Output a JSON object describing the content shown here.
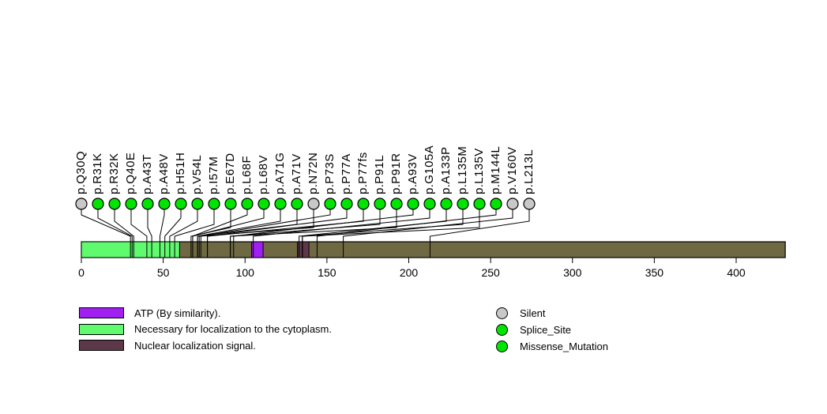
{
  "chart_data": {
    "type": "scatter",
    "subtype": "lollipop-mutation-plot",
    "title": "",
    "xlabel": "",
    "xlim": [
      0,
      430
    ],
    "x_ticks": [
      0,
      50,
      100,
      150,
      200,
      250,
      300,
      350,
      400
    ],
    "protein_length": 430,
    "bar_color": "#6E6843",
    "mutation_type_colors": {
      "Silent": "#C8C8C8",
      "Splice_Site": "#00E400",
      "Missense_Mutation": "#00E400"
    },
    "mutations": [
      {
        "label": "p.Q30Q",
        "pos": 30,
        "type": "Silent"
      },
      {
        "label": "p.R31K",
        "pos": 31,
        "type": "Missense_Mutation"
      },
      {
        "label": "p.R32K",
        "pos": 32,
        "type": "Missense_Mutation"
      },
      {
        "label": "p.Q40E",
        "pos": 40,
        "type": "Missense_Mutation"
      },
      {
        "label": "p.A43T",
        "pos": 43,
        "type": "Missense_Mutation"
      },
      {
        "label": "p.A48V",
        "pos": 48,
        "type": "Missense_Mutation"
      },
      {
        "label": "p.H51H",
        "pos": 51,
        "type": "Splice_Site"
      },
      {
        "label": "p.V54L",
        "pos": 54,
        "type": "Missense_Mutation"
      },
      {
        "label": "p.I57M",
        "pos": 57,
        "type": "Missense_Mutation"
      },
      {
        "label": "p.E67D",
        "pos": 67,
        "type": "Missense_Mutation"
      },
      {
        "label": "p.L68F",
        "pos": 68,
        "type": "Missense_Mutation"
      },
      {
        "label": "p.L68V",
        "pos": 68,
        "type": "Missense_Mutation"
      },
      {
        "label": "p.A71G",
        "pos": 71,
        "type": "Missense_Mutation"
      },
      {
        "label": "p.A71V",
        "pos": 71,
        "type": "Missense_Mutation"
      },
      {
        "label": "p.N72N",
        "pos": 72,
        "type": "Silent"
      },
      {
        "label": "p.P73S",
        "pos": 73,
        "type": "Missense_Mutation"
      },
      {
        "label": "p.P77A",
        "pos": 77,
        "type": "Missense_Mutation"
      },
      {
        "label": "p.P77fs",
        "pos": 77,
        "type": "Splice_Site"
      },
      {
        "label": "p.P91L",
        "pos": 91,
        "type": "Missense_Mutation"
      },
      {
        "label": "p.P91R",
        "pos": 91,
        "type": "Missense_Mutation"
      },
      {
        "label": "p.A93V",
        "pos": 93,
        "type": "Missense_Mutation"
      },
      {
        "label": "p.G105A",
        "pos": 105,
        "type": "Missense_Mutation"
      },
      {
        "label": "p.A133P",
        "pos": 133,
        "type": "Missense_Mutation"
      },
      {
        "label": "p.L135M",
        "pos": 135,
        "type": "Missense_Mutation"
      },
      {
        "label": "p.L135V",
        "pos": 135,
        "type": "Missense_Mutation"
      },
      {
        "label": "p.M144L",
        "pos": 144,
        "type": "Missense_Mutation"
      },
      {
        "label": "p.V160V",
        "pos": 160,
        "type": "Silent"
      },
      {
        "label": "p.L213L",
        "pos": 213,
        "type": "Silent"
      }
    ],
    "domains": [
      {
        "label": "ATP (By similarity).",
        "start": 104,
        "end": 111,
        "color": "#A020F0"
      },
      {
        "label": "Necessary for localization to the cytoplasm.",
        "start": 0,
        "end": 60,
        "color": "#60FA6E"
      },
      {
        "label": "Nuclear localization signal.",
        "start": 132,
        "end": 139,
        "color": "#5D3848"
      }
    ],
    "legend_types": [
      {
        "label": "Silent",
        "color": "#C8C8C8"
      },
      {
        "label": "Splice_Site",
        "color": "#00E400"
      },
      {
        "label": "Missense_Mutation",
        "color": "#00E400"
      }
    ]
  }
}
